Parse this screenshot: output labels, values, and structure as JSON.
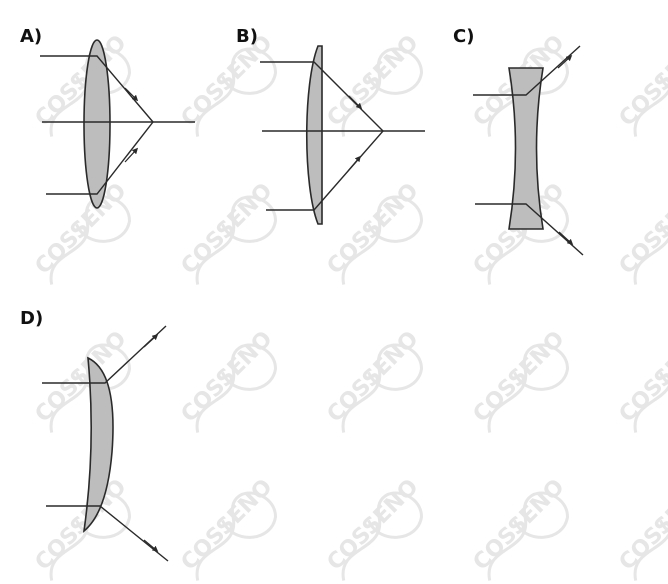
{
  "watermark": {
    "text": "COSSENO",
    "color": "#e6e6e6"
  },
  "colors": {
    "lens_fill": "#bdbdbd",
    "line": "#2a2a2a",
    "label": "#111111"
  },
  "options": [
    {
      "label": "A)",
      "lens": "biconvex",
      "rays": "converging"
    },
    {
      "label": "B)",
      "lens": "plano-convex",
      "rays": "converging"
    },
    {
      "label": "C)",
      "lens": "biconcave",
      "rays": "diverging"
    },
    {
      "label": "D)",
      "lens": "plano-convex",
      "rays": "diverging"
    }
  ]
}
